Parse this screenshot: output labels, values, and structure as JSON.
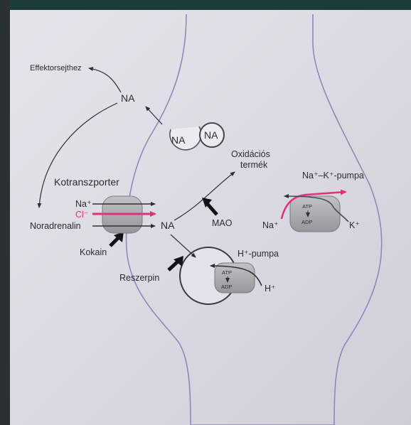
{
  "diagram": {
    "labels": {
      "effector": "Effektorsejthez",
      "na_top": "NA",
      "na_vesicle_open": "NA",
      "na_vesicle": "NA",
      "oxid_line1": "Oxidációs",
      "oxid_line2": "termék",
      "nak_pump": "Na⁺–K⁺-pumpa",
      "kotranszporter": "Kotranszporter",
      "na_ion": "Na⁺",
      "cl_ion": "Cl⁻",
      "noradrenalin": "Noradrenalin",
      "na_center": "NA",
      "mao": "MAO",
      "na_pump_in": "Na⁺",
      "atp_pump": "ATP",
      "adp_pump": "ADP",
      "k_ion": "K⁺",
      "kokain": "Kokain",
      "h_pump": "H⁺-pumpa",
      "reszerpin": "Reszerpin",
      "atp_vesicle": "ATP",
      "adp_vesicle": "ADP",
      "h_ion": "H⁺"
    },
    "colors": {
      "membrane": "#8d8ab8",
      "arrow": "#2e2e36",
      "chloride": "#e0317a",
      "protein": "#a9a9ad"
    }
  }
}
